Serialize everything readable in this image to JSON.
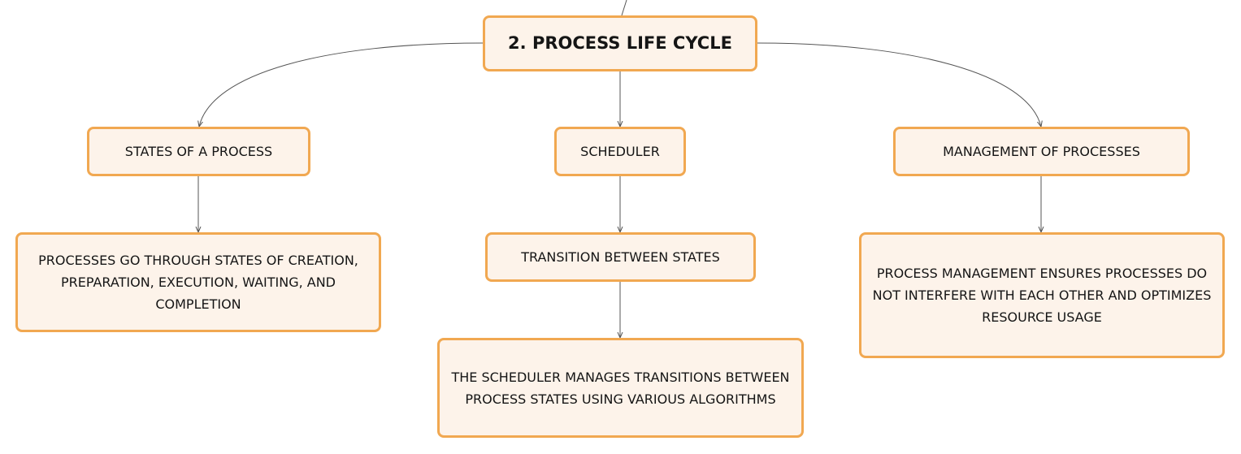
{
  "diagram": {
    "root": {
      "label": "2. PROCESS LIFE CYCLE"
    },
    "branches": [
      {
        "label": "STATES OF A PROCESS",
        "children": [
          {
            "label": "PROCESSES GO THROUGH STATES OF CREATION, PREPARATION, EXECUTION, WAITING, AND COMPLETION"
          }
        ]
      },
      {
        "label": "SCHEDULER",
        "children": [
          {
            "label": "TRANSITION BETWEEN STATES"
          },
          {
            "label": "THE SCHEDULER MANAGES TRANSITIONS BETWEEN PROCESS STATES USING VARIOUS ALGORITHMS"
          }
        ]
      },
      {
        "label": "MANAGEMENT OF PROCESSES",
        "children": [
          {
            "label": "PROCESS MANAGEMENT ENSURES PROCESSES DO NOT INTERFERE WITH EACH OTHER AND OPTIMIZES RESOURCE USAGE"
          }
        ]
      }
    ]
  },
  "colors": {
    "node_fill": "#fdf3ea",
    "node_border": "#f1a851",
    "connector": "#555555",
    "text": "#151515"
  }
}
